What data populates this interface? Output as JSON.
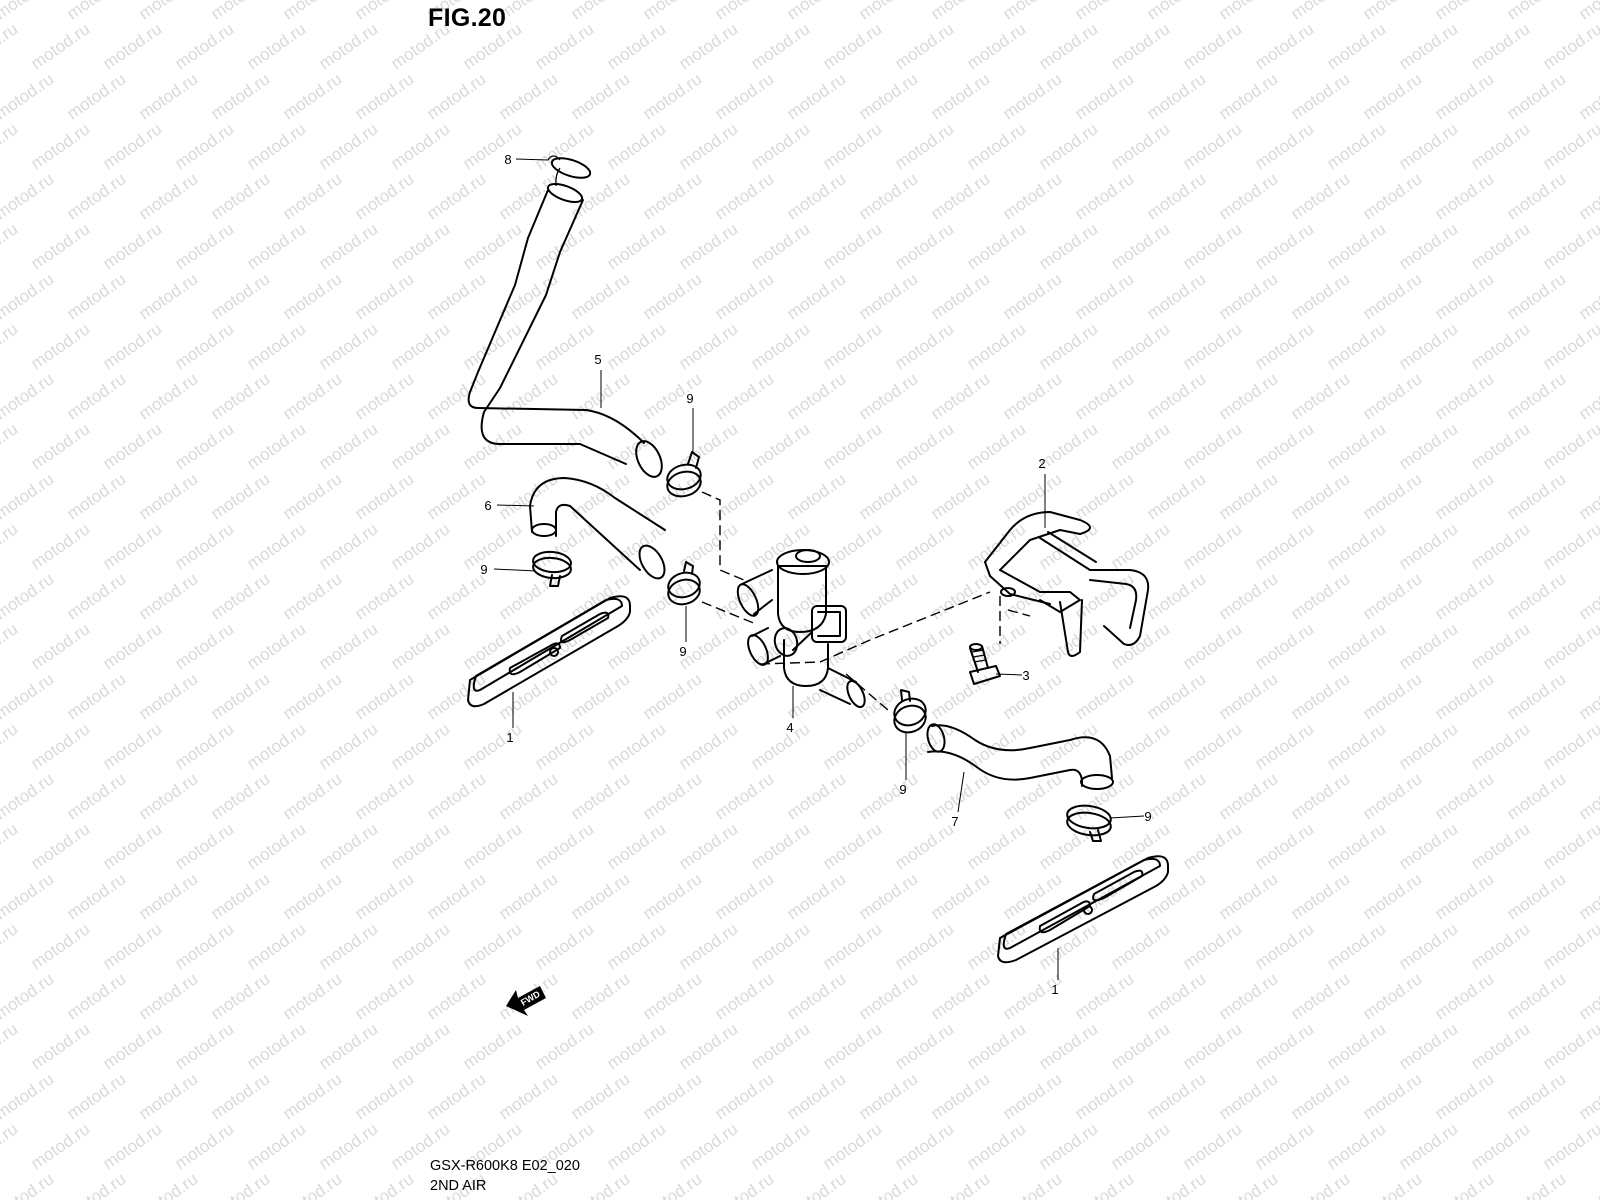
{
  "figure": {
    "title": "FIG.20",
    "model_code": "GSX-R600K8 E02_020",
    "caption": "2ND AIR"
  },
  "watermark": {
    "text": "motod.ru",
    "color": "#d9d9d9"
  },
  "fwd_arrow": {
    "label": "FWD"
  },
  "parts": [
    {
      "ref": "1",
      "name": "cover-plate"
    },
    {
      "ref": "2",
      "name": "bracket"
    },
    {
      "ref": "3",
      "name": "bolt"
    },
    {
      "ref": "4",
      "name": "pair-valve"
    },
    {
      "ref": "5",
      "name": "hose"
    },
    {
      "ref": "6",
      "name": "hose"
    },
    {
      "ref": "7",
      "name": "hose"
    },
    {
      "ref": "8",
      "name": "clamp"
    },
    {
      "ref": "9",
      "name": "hose-clamp"
    }
  ],
  "callouts": [
    {
      "label": "8"
    },
    {
      "label": "5"
    },
    {
      "label": "9"
    },
    {
      "label": "6"
    },
    {
      "label": "9"
    },
    {
      "label": "9"
    },
    {
      "label": "1"
    },
    {
      "label": "4"
    },
    {
      "label": "2"
    },
    {
      "label": "3"
    },
    {
      "label": "9"
    },
    {
      "label": "7"
    },
    {
      "label": "9"
    },
    {
      "label": "1"
    }
  ]
}
